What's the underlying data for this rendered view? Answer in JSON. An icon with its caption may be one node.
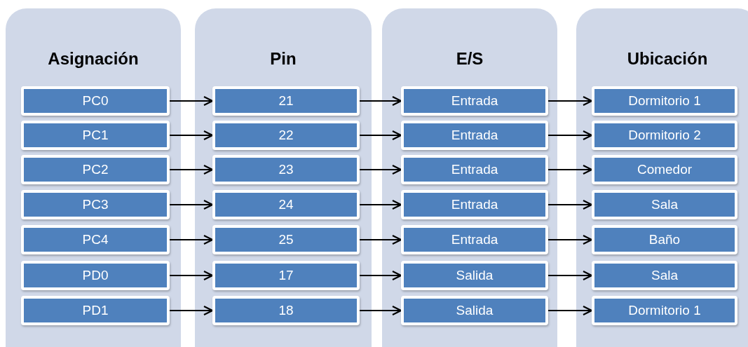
{
  "diagram": {
    "nodes": [
      {
        "text": [
          "Asignación"
        ]
      },
      {
        "text": [
          "PC0"
        ],
        "in": 0
      },
      {
        "text": [
          "PC1"
        ],
        "in": 0
      },
      {
        "text": [
          "PC2"
        ],
        "in": 0
      },
      {
        "text": [
          "PC3"
        ],
        "in": 0
      },
      {
        "text": [
          "PC4"
        ],
        "in": 0
      },
      {
        "text": [
          "PD0"
        ],
        "in": 0
      },
      {
        "text": [
          "PD1"
        ],
        "in": 0
      },
      {
        "text": [
          "Pin"
        ]
      },
      {
        "text": [
          "21"
        ],
        "in": 8
      },
      {
        "text": [
          "22"
        ],
        "in": 8
      },
      {
        "text": [
          "23"
        ],
        "in": 8
      },
      {
        "text": [
          "24"
        ],
        "in": 8
      },
      {
        "text": [
          "25"
        ],
        "in": 8
      },
      {
        "text": [
          "17"
        ],
        "in": 8
      },
      {
        "text": [
          "18"
        ],
        "in": 8
      },
      {
        "text": [
          "E/S"
        ]
      },
      {
        "text": [
          "Entrada"
        ],
        "in": 16
      },
      {
        "text": [
          "Entrada"
        ],
        "in": 16
      },
      {
        "text": [
          "Entrada"
        ],
        "in": 16
      },
      {
        "text": [
          "Entrada"
        ],
        "in": 16
      },
      {
        "text": [
          "Entrada"
        ],
        "in": 16
      },
      {
        "text": [
          "Salida"
        ],
        "in": 16
      },
      {
        "text": [
          "Salida"
        ],
        "in": 16
      },
      {
        "text": [
          "Ubicación"
        ]
      },
      {
        "text": [
          "Dormitorio 1"
        ],
        "in": 24
      },
      {
        "text": [
          "Dormitorio 2"
        ],
        "in": 24
      },
      {
        "text": [
          "Comedor"
        ],
        "in": 24
      },
      {
        "text": [
          "Sala"
        ],
        "in": 24
      },
      {
        "text": [
          "Baño"
        ],
        "in": 24
      },
      {
        "text": [
          "Sala"
        ],
        "in": 24
      },
      {
        "text": [
          "Dormitorio 1"
        ],
        "in": 24
      }
    ],
    "edges": [
      {
        "from": 1,
        "to": 9,
        "arrow": "to"
      },
      {
        "from": 9,
        "to": 17,
        "arrow": "to"
      },
      {
        "from": 17,
        "to": 25,
        "arrow": "to"
      },
      {
        "from": 2,
        "to": 10,
        "arrow": "to"
      },
      {
        "from": 10,
        "to": 18,
        "arrow": "to"
      },
      {
        "from": 18,
        "to": 26,
        "arrow": "to"
      },
      {
        "from": 3,
        "to": 11,
        "arrow": "to"
      },
      {
        "from": 11,
        "to": 19,
        "arrow": "to"
      },
      {
        "from": 19,
        "to": 27,
        "arrow": "to"
      },
      {
        "from": 4,
        "to": 12,
        "arrow": "to"
      },
      {
        "from": 12,
        "to": 20,
        "arrow": "to"
      },
      {
        "from": 20,
        "to": 28,
        "arrow": "to"
      },
      {
        "from": 5,
        "to": 13,
        "arrow": "to"
      },
      {
        "from": 13,
        "to": 21,
        "arrow": "to"
      },
      {
        "from": 21,
        "to": 29,
        "arrow": "to"
      },
      {
        "from": 6,
        "to": 14,
        "arrow": "to"
      },
      {
        "from": 14,
        "to": 22,
        "arrow": "to"
      },
      {
        "from": 22,
        "to": 30,
        "arrow": "to"
      },
      {
        "from": 7,
        "to": 15,
        "arrow": "to"
      },
      {
        "from": 15,
        "to": 23,
        "arrow": "to"
      },
      {
        "from": 23,
        "to": 31,
        "arrow": "to"
      }
    ]
  }
}
